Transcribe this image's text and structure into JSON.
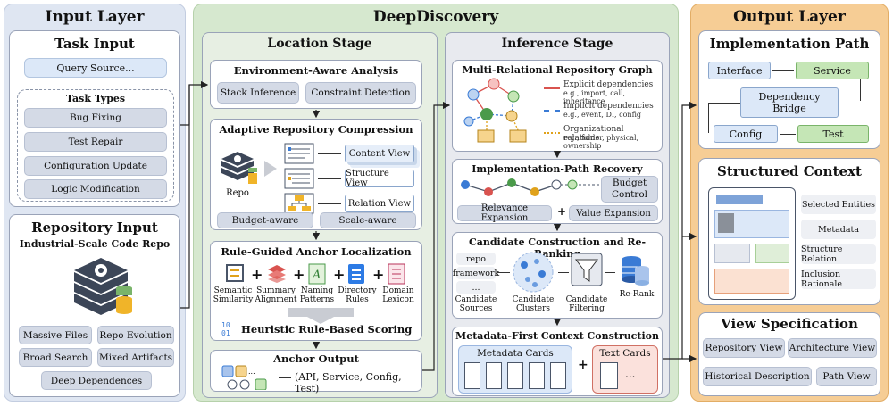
{
  "input_layer": {
    "title": "Input Layer",
    "task_input": {
      "title": "Task Input",
      "query": "Query Source...",
      "types_title": "Task Types",
      "types": [
        "Bug Fixing",
        "Test Repair",
        "Configuration Update",
        "Logic Modification"
      ]
    },
    "repo_input": {
      "title": "Repository Input",
      "subtitle": "Industrial-Scale Code Repo",
      "tags": [
        "Massive Files",
        "Repo Evolution",
        "Broad Search",
        "Mixed Artifacts",
        "Deep Dependences"
      ]
    }
  },
  "deepdiscovery": {
    "title": "DeepDiscovery",
    "location": {
      "title": "Location Stage",
      "env": {
        "title": "Environment-Aware Analysis",
        "items": [
          "Stack Inference",
          "Constraint Detection"
        ]
      },
      "arc": {
        "title": "Adaptive Repository Compression",
        "repo": "Repo",
        "views": [
          "Content View",
          "Structure View",
          "Relation View"
        ],
        "bottom": [
          "Budget-aware",
          "Scale-aware"
        ]
      },
      "rule": {
        "title": "Rule-Guided Anchor Localization",
        "items": [
          "Semantic Similarity",
          "Summary Alignment",
          "Naming Patterns",
          "Directory Rules",
          "Domain Lexicon"
        ],
        "scoring": "Heuristic Rule-Based Scoring"
      },
      "anchor": {
        "title": "Anchor Output",
        "text": "(API, Service, Config, Test)",
        "dots": "..."
      }
    },
    "inference": {
      "title": "Inference Stage",
      "graph": {
        "title": "Multi-Relational Repository Graph",
        "legend": [
          {
            "label": "Explicit dependencies",
            "sub": "e.g., import, call, inheritance",
            "color": "#d9534f"
          },
          {
            "label": "Implicit dependencies",
            "sub": "e.g., event, DI, config",
            "color": "#3a7bd5"
          },
          {
            "label": "Organizational relations",
            "sub": "e.g., folder, physical, ownership",
            "color": "#e0a21b"
          }
        ]
      },
      "path": {
        "title": "Implementation-Path Recovery",
        "budget": "Budget Control",
        "exp": [
          "Relevance Expansion",
          "+",
          "Value Expansion"
        ]
      },
      "cand": {
        "title": "Candidate Construction and Re-Ranking",
        "sources": [
          "repo",
          "framework",
          "..."
        ],
        "labels": [
          "Candidate Sources",
          "Candidate Clusters",
          "Candidate Filtering",
          "Re-Rank"
        ]
      },
      "meta": {
        "title": "Metadata-First Context Construction",
        "meta_cards": "Metadata Cards",
        "plus": "+",
        "text_cards": "Text Cards",
        "ellipsis": "..."
      }
    }
  },
  "output_layer": {
    "title": "Output Layer",
    "impl": {
      "title": "Implementation Path",
      "nodes": [
        "Interface",
        "Service",
        "Dependency Bridge",
        "Config",
        "Test"
      ]
    },
    "ctx": {
      "title": "Structured Context",
      "items": [
        "Selected Entities",
        "Metadata",
        "Structure Relation",
        "Inclusion Rationale"
      ]
    },
    "view": {
      "title": "View Specification",
      "items": [
        "Repository View",
        "Architecture View",
        "Historical Description",
        "Path View"
      ]
    }
  },
  "colors": {
    "input_bg": "#dfe6f2",
    "dd_bg": "#d6e8cf",
    "output_bg": "#f6cd95",
    "green": "#c5e6b6",
    "blue": "#dce8f8"
  }
}
